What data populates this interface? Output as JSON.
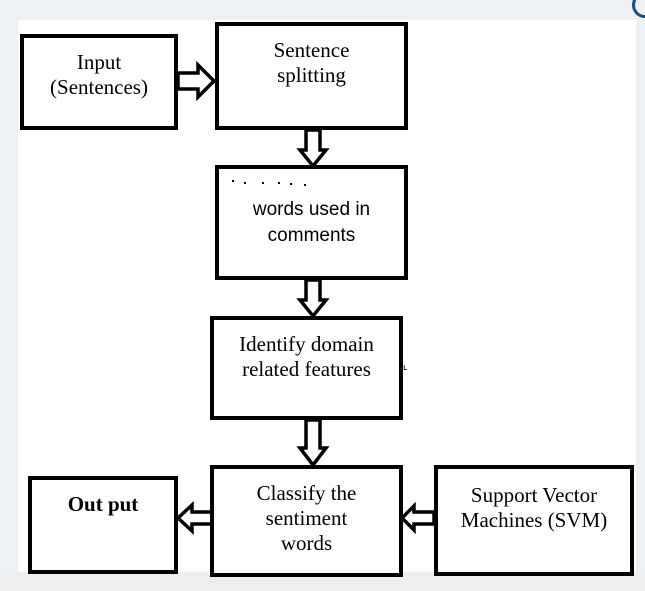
{
  "diagram": {
    "nodes": {
      "input": "Input\n(Sentences)",
      "sentence_splitting": "Sentence\nsplitting",
      "words_used": "words used in\ncomments",
      "identify_features": "Identify domain\nrelated features",
      "classify": "Classify the\nsentiment\nwords",
      "svm": "Support Vector\nMachines (SVM)",
      "output": "Out put"
    },
    "edges": [
      {
        "from": "input",
        "to": "sentence_splitting"
      },
      {
        "from": "sentence_splitting",
        "to": "words_used"
      },
      {
        "from": "words_used",
        "to": "identify_features"
      },
      {
        "from": "identify_features",
        "to": "classify"
      },
      {
        "from": "svm",
        "to": "classify"
      },
      {
        "from": "classify",
        "to": "output"
      }
    ],
    "colors": {
      "stroke": "#000000",
      "box_fill": "#ffffff",
      "background": "#eef1f3"
    }
  }
}
